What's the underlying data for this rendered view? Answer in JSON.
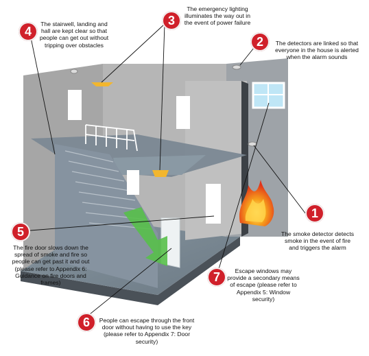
{
  "callouts": [
    {
      "number": "1",
      "text": "The smoke detector detects smoke in the event of fire and triggers the alarm"
    },
    {
      "number": "2",
      "text": "The detectors are linked so that everyone in the house is alerted when the alarm sounds"
    },
    {
      "number": "3",
      "text": "The emergency lighting illuminates the way out in the event of power failure"
    },
    {
      "number": "4",
      "text": "The stairwell, landing and hall are kept clear so that people can get out without tripping over obstacles"
    },
    {
      "number": "5",
      "text": "The fire door slows down the spread of smoke and fire so people can get past it and out (please refer to Appendix 6: Guidance on fire doors and frames)"
    },
    {
      "number": "6",
      "text": "People can escape through the front door without having to use the key (please refer to Appendix 7: Door security)"
    },
    {
      "number": "7",
      "text": "Escape windows may provide a secondary means of escape (please refer to Appendix 5: Window security)"
    }
  ],
  "colors": {
    "badge": "#d0202a",
    "wall": "#a9a9a9",
    "wall_dark": "#7d8287",
    "floor": "#7b8a95",
    "stairs": "#8d98a2",
    "light": "#f2b62e",
    "arrow": "#58c04a",
    "fire": "#f04a1a",
    "window": "#bfe6f6"
  }
}
